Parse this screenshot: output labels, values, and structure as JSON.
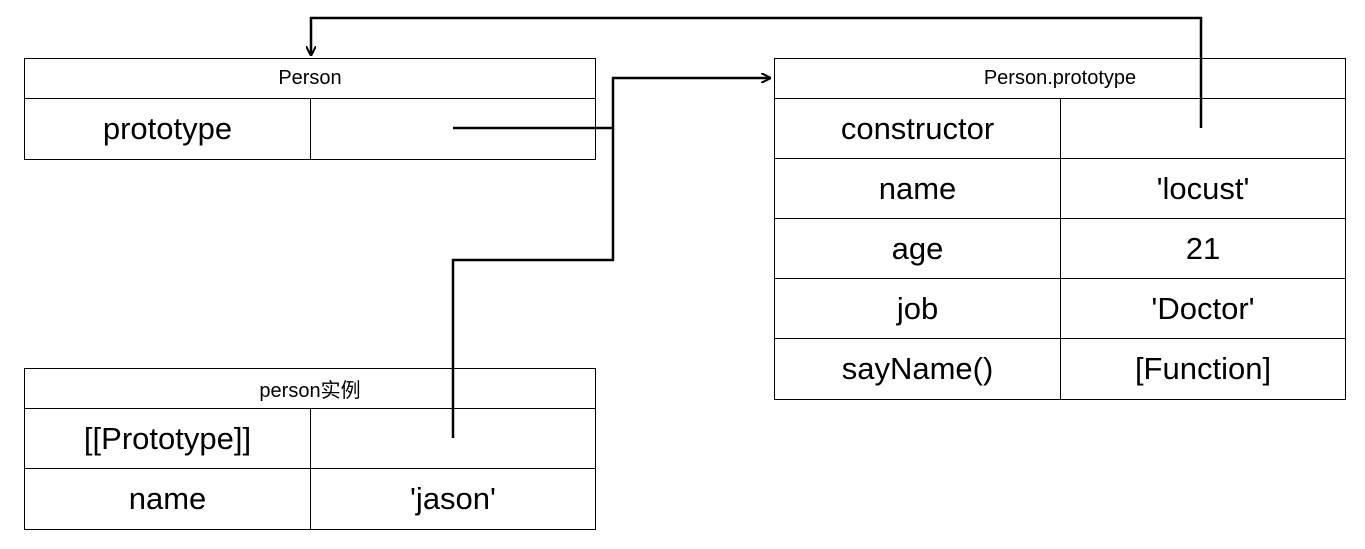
{
  "person_box": {
    "title": "Person",
    "rows": [
      {
        "key": "prototype",
        "value": ""
      }
    ]
  },
  "prototype_box": {
    "title": "Person.prototype",
    "rows": [
      {
        "key": "constructor",
        "value": ""
      },
      {
        "key": "name",
        "value": "'locust'"
      },
      {
        "key": "age",
        "value": "21"
      },
      {
        "key": "job",
        "value": "'Doctor'"
      },
      {
        "key": "sayName()",
        "value": "[Function]"
      }
    ]
  },
  "instance_box": {
    "title": "person实例",
    "rows": [
      {
        "key": "[[Prototype]]",
        "value": ""
      },
      {
        "key": "name",
        "value": "'jason'"
      }
    ]
  },
  "colors": {
    "line": "#000000",
    "background": "#ffffff"
  }
}
